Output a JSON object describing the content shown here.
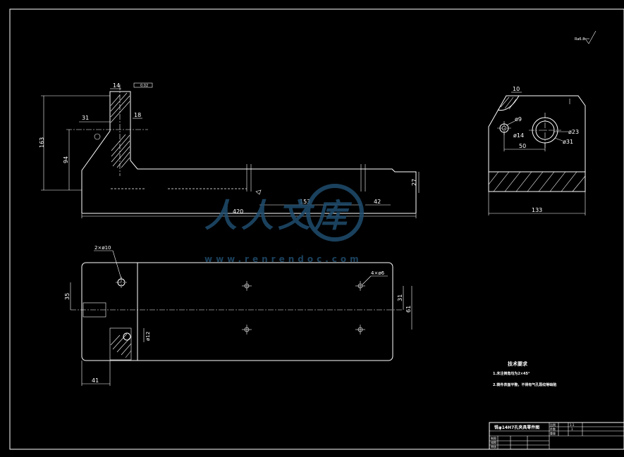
{
  "drawing": {
    "front_view": {
      "dims": {
        "d14": "14",
        "d31": "31",
        "d163": "163",
        "d94": "94",
        "d18": "18",
        "d420": "420",
        "d153": "153",
        "d42": "42",
        "d27": "27",
        "tol_box": "0.02"
      }
    },
    "top_view": {
      "dims": {
        "holes_left": "2×ø10",
        "holes_right": "4×ø6",
        "d35": "35",
        "d31": "31",
        "d61": "61",
        "d41": "41",
        "d12": "ø12"
      }
    },
    "side_view": {
      "dims": {
        "d10": "10",
        "phi9": "ø9",
        "phi14": "ø14",
        "phi23": "ø23",
        "phi31": "ø31",
        "d50": "50",
        "d133": "133"
      }
    },
    "tech_requirements": {
      "title": "技术要求",
      "item1": "1.未注倒角均为2×45°",
      "item2": "2.铸件表面平整，不得有气孔裂纹等缺陷"
    },
    "title_block": {
      "name": "铣φ14H7孔夹具零件图",
      "scale_label": "比例",
      "scale": "1:1",
      "qty_label": "件数",
      "qty": "1",
      "weight_label": "重量",
      "designer": "制图",
      "checker": "描图",
      "reviewer": "审核"
    },
    "roughness_top_right": "Ra6.3"
  },
  "watermark": {
    "brand": "人人文库",
    "url": "www.renrendoc.com",
    "color": "#1f4d6e"
  }
}
